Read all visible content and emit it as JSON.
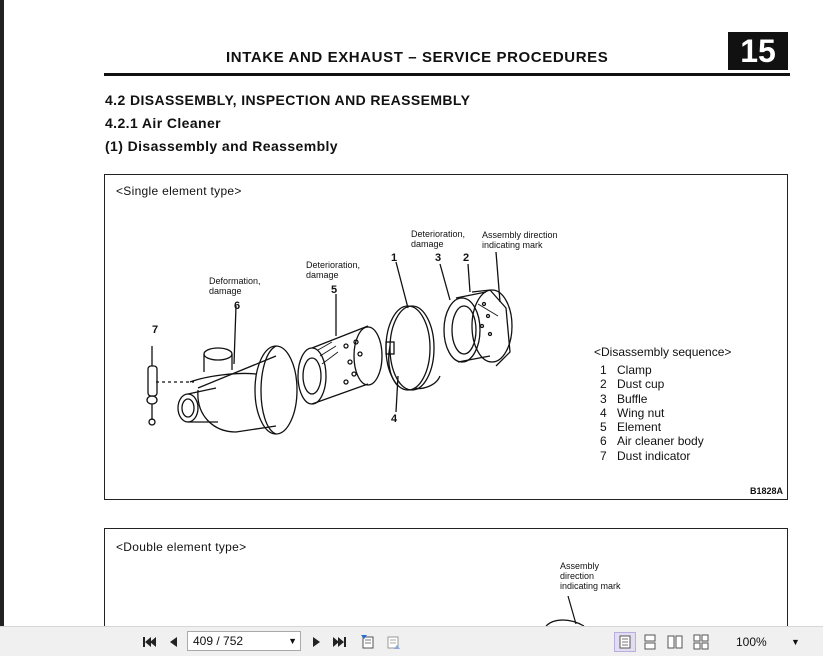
{
  "viewer": {
    "page_value": "409 / 752",
    "zoom_value": "100%"
  },
  "document": {
    "header_title": "INTAKE AND EXHAUST – SERVICE PROCEDURES",
    "chapter_number": "15",
    "section_heading": "4.2  DISASSEMBLY, INSPECTION AND REASSEMBLY",
    "subsection_heading": "4.2.1   Air Cleaner",
    "sub_subsection_heading": "(1) Disassembly and Reassembly",
    "figure1": {
      "title": "<Single element type>",
      "annotations": {
        "deformation": [
          "Deformation,",
          "damage"
        ],
        "deterioration_5": [
          "Deterioration,",
          "damage"
        ],
        "deterioration_3": [
          "Deterioration,",
          "damage"
        ],
        "assembly_mark": [
          "Assembly direction",
          "indicating mark"
        ]
      },
      "callouts": [
        "1",
        "2",
        "3",
        "4",
        "5",
        "6",
        "7"
      ],
      "sequence_title": "<Disassembly sequence>",
      "sequence": [
        {
          "n": "1",
          "label": "Clamp"
        },
        {
          "n": "2",
          "label": "Dust cup"
        },
        {
          "n": "3",
          "label": "Buffle"
        },
        {
          "n": "4",
          "label": "Wing nut"
        },
        {
          "n": "5",
          "label": "Element"
        },
        {
          "n": "6",
          "label": "Air cleaner body"
        },
        {
          "n": "7",
          "label": "Dust indicator"
        }
      ],
      "figure_code": "B1828A"
    },
    "figure2": {
      "title": "<Double element type>",
      "assembly_mark": [
        "Assembly",
        "direction",
        "indicating mark"
      ]
    }
  }
}
